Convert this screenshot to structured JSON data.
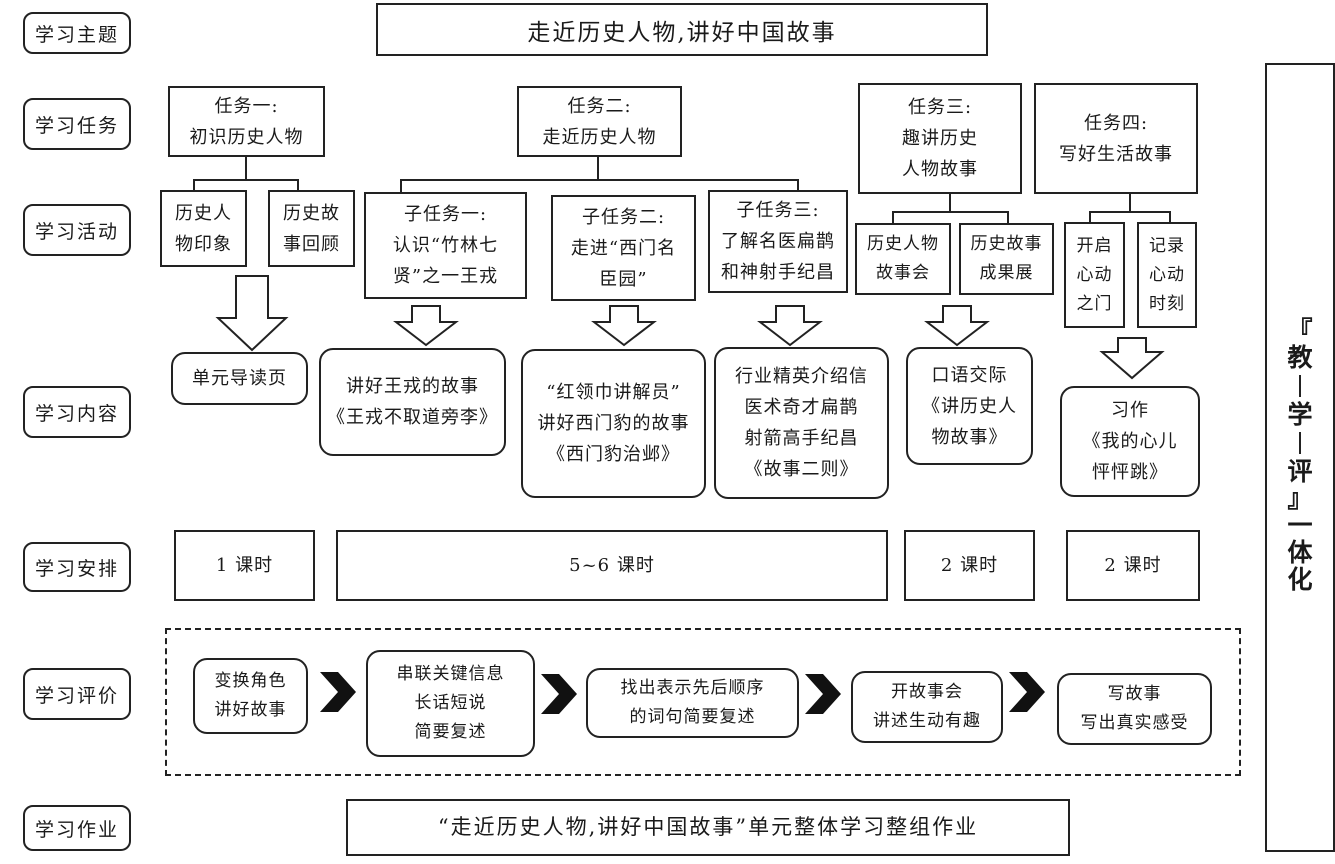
{
  "row_labels": {
    "theme": "学习主题",
    "tasks": "学习任务",
    "activities": "学习活动",
    "content": "学习内容",
    "schedule": "学习安排",
    "evaluation": "学习评价",
    "homework": "学习作业"
  },
  "theme_title": "走近历史人物,讲好中国故事",
  "tasks": [
    {
      "lines": [
        "任务一:",
        "初识历史人物"
      ]
    },
    {
      "lines": [
        "任务二:",
        "走近历史人物"
      ]
    },
    {
      "lines": [
        "任务三:",
        "趣讲历史",
        "人物故事"
      ]
    },
    {
      "lines": [
        "任务四:",
        "写好生活故事"
      ]
    }
  ],
  "activities": [
    {
      "lines": [
        "历史人",
        "物印象"
      ]
    },
    {
      "lines": [
        "历史故",
        "事回顾"
      ]
    },
    {
      "lines": [
        "子任务一:",
        "认识“竹林七",
        "贤”之一王戎"
      ]
    },
    {
      "lines": [
        "子任务二:",
        "走进“西门名",
        "臣园”"
      ]
    },
    {
      "lines": [
        "子任务三:",
        "了解名医扁鹊",
        "和神射手纪昌"
      ]
    },
    {
      "lines": [
        "历史人物",
        "故事会"
      ]
    },
    {
      "lines": [
        "历史故事",
        "成果展"
      ]
    },
    {
      "lines": [
        "开启",
        "心动",
        "之门"
      ]
    },
    {
      "lines": [
        "记录",
        "心动",
        "时刻"
      ]
    }
  ],
  "contents": [
    {
      "lines": [
        "单元导读页"
      ]
    },
    {
      "lines": [
        "讲好王戎的故事",
        "《王戎不取道旁李》"
      ]
    },
    {
      "lines": [
        "“红领巾讲解员”",
        "讲好西门豹的故事",
        "《西门豹治邺》"
      ]
    },
    {
      "lines": [
        "行业精英介绍信",
        "医术奇才扁鹊",
        "射箭高手纪昌",
        "《故事二则》"
      ]
    },
    {
      "lines": [
        "口语交际",
        "《讲历史人",
        "物故事》"
      ]
    },
    {
      "lines": [
        "习作",
        "《我的心儿",
        "怦怦跳》"
      ]
    }
  ],
  "schedule": [
    "1 课时",
    "5~6 课时",
    "2 课时",
    "2 课时"
  ],
  "evaluation": [
    {
      "lines": [
        "变换角色",
        "讲好故事"
      ]
    },
    {
      "lines": [
        "串联关键信息",
        "长话短说",
        "简要复述"
      ]
    },
    {
      "lines": [
        "找出表示先后顺序",
        "的词句简要复述"
      ]
    },
    {
      "lines": [
        "开故事会",
        "讲述生动有趣"
      ]
    },
    {
      "lines": [
        "写故事",
        "写出真实感受"
      ]
    }
  ],
  "homework": "“走近历史人物,讲好中国故事”单元整体学习整组作业",
  "side_chars": [
    "『",
    "教",
    "学",
    "评",
    "』",
    "一",
    "体",
    "化"
  ]
}
